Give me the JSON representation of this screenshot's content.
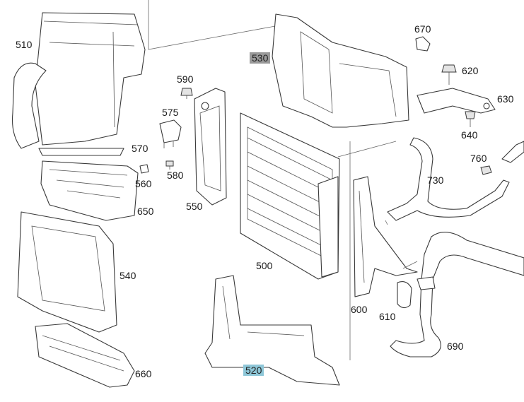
{
  "parts": {
    "p510": "510",
    "p530": "530",
    "p670": "670",
    "p620": "620",
    "p630": "630",
    "p640": "640",
    "p590": "590",
    "p575": "575",
    "p570": "570",
    "p580": "580",
    "p560": "560",
    "p650": "650",
    "p550": "550",
    "p500": "500",
    "p760": "760",
    "p730": "730",
    "p540": "540",
    "p600": "600",
    "p610": "610",
    "p690": "690",
    "p660": "660",
    "p520": "520"
  },
  "highlight_colors": {
    "grey": "#9a9a9a",
    "blue": "#8ec7d8"
  }
}
